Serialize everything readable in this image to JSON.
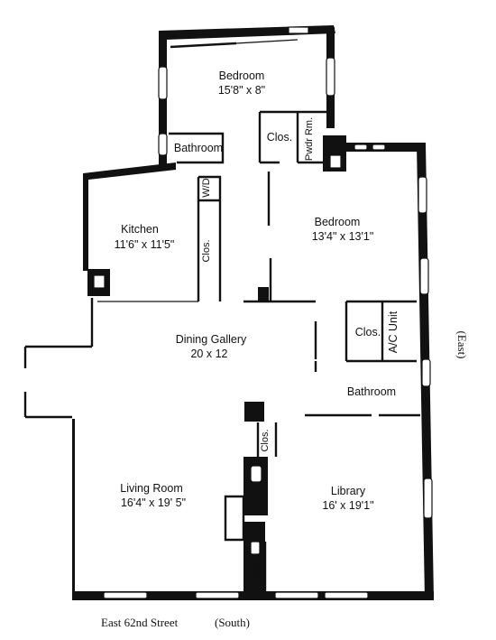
{
  "rooms": {
    "bedroom1": {
      "name": "Bedroom",
      "dims": "15'8\" x 8\""
    },
    "bathroom1": {
      "name": "Bathroom"
    },
    "closet_top": {
      "name": "Clos."
    },
    "powder_room": {
      "name": "Pwdr Rm."
    },
    "wd": {
      "name": "W/D"
    },
    "kitchen": {
      "name": "Kitchen",
      "dims": "11'6\" x 11'5\""
    },
    "closet_kitchen": {
      "name": "Clos."
    },
    "bedroom2": {
      "name": "Bedroom",
      "dims": "13'4\" x 13'1\""
    },
    "closet_right": {
      "name": "Clos."
    },
    "ac_unit": {
      "name": "A/C Unit"
    },
    "dining": {
      "name": "Dining Gallery",
      "dims": "20 x 12"
    },
    "bathroom2": {
      "name": "Bathroom"
    },
    "closet_mid": {
      "name": "Clos."
    },
    "living": {
      "name": "Living Room",
      "dims": "16'4\" x 19' 5\""
    },
    "library": {
      "name": "Library",
      "dims": "16' x 19'1\""
    },
    "closet_bottom": {
      "name": "Clos."
    }
  },
  "orientation": {
    "street": "East 62nd Street",
    "south": "(South)",
    "east": "(East)"
  }
}
